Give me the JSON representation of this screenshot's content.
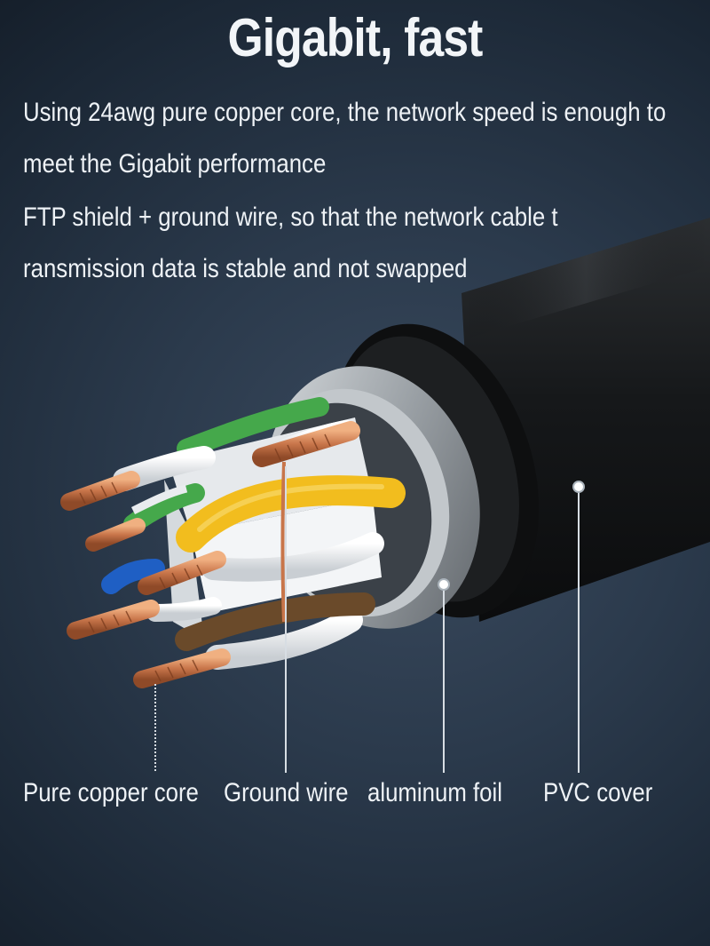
{
  "title": "Gigabit, fast",
  "description": [
    "Using 24awg pure copper core, the network speed is enough to",
    "meet the Gigabit performance",
    "FTP shield + ground wire, so that the network cable t",
    "ransmission data is stable and not swapped"
  ],
  "callouts": {
    "copper_core": "Pure copper core",
    "ground_wire": "Ground wire",
    "aluminum_foil": "aluminum foil",
    "pvc_cover": "PVC cover"
  },
  "colors": {
    "pvc": "#141414",
    "foil": "#a7adb2",
    "copper": "#c8754a",
    "green": "#45a84b",
    "yellow": "#f2bd1e",
    "blue": "#1f5fc4",
    "brown": "#6a4a2a"
  }
}
